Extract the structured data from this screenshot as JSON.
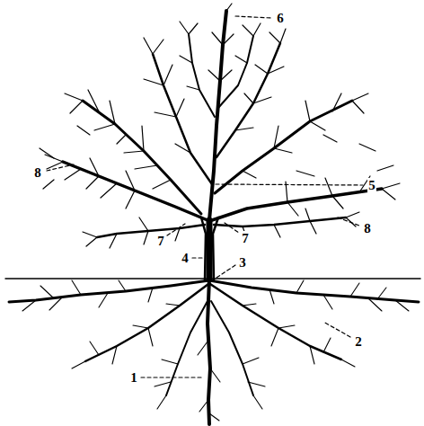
{
  "diagram": {
    "labels": [
      "6",
      "8",
      "5",
      "8",
      "7",
      "7",
      "4",
      "3",
      "2",
      "1"
    ]
  }
}
